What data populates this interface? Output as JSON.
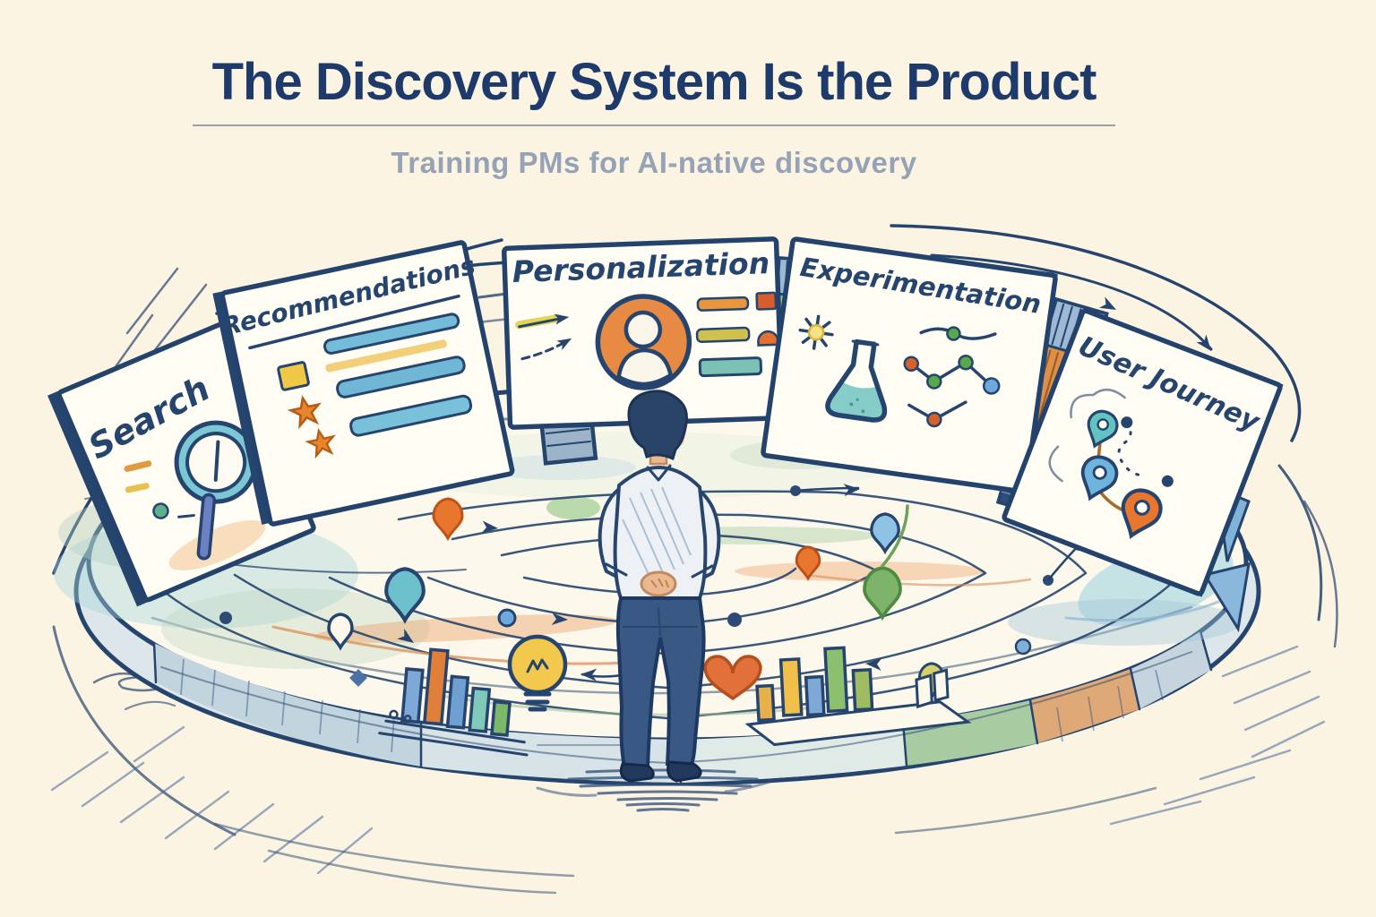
{
  "header": {
    "title": "The Discovery System Is the Product",
    "subtitle": "Training PMs for AI-native discovery"
  },
  "panels": [
    {
      "id": "search",
      "label": "Search"
    },
    {
      "id": "recommendations",
      "label": "Recommendations"
    },
    {
      "id": "personalization",
      "label": "Personalization"
    },
    {
      "id": "experimentation",
      "label": "Experimentation"
    },
    {
      "id": "user-journey",
      "label": "User Journey"
    }
  ],
  "icons": [
    "magnifier-icon",
    "star-icon",
    "list-bar-icon",
    "avatar-icon",
    "arrow-icon",
    "spark-icon",
    "flask-icon",
    "line-chart-icon",
    "map-pin-icon",
    "drop-pin-icon",
    "lightbulb-icon",
    "heart-icon",
    "bar-chart-icon",
    "swirl-arrow-icon"
  ],
  "colors": {
    "background": "#fcf4e3",
    "ink": "#26456e",
    "title": "#1d3a6b",
    "subtitle": "#96a3b6",
    "teal": "#7cc4cf",
    "orange": "#e2803a",
    "yellow": "#f2c84b",
    "green": "#8abb74",
    "blue": "#6f9ed0"
  }
}
